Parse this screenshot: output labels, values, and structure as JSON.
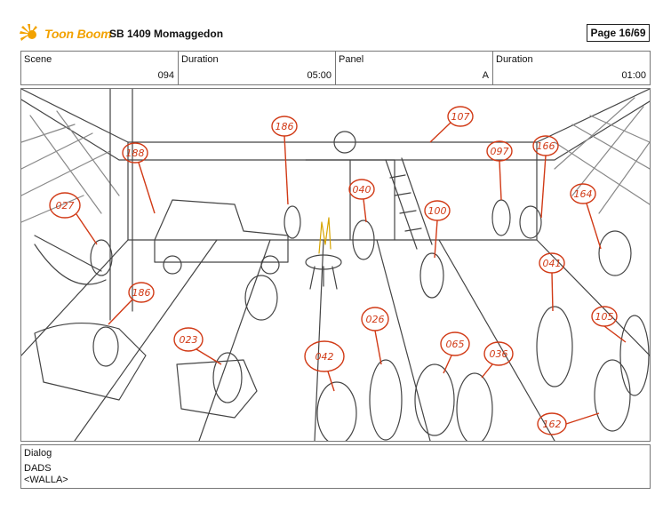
{
  "brand": {
    "name": "Toon Boom",
    "color": "#f2a200"
  },
  "project": {
    "title": "SB 1409  Momaggedon"
  },
  "page": {
    "label": "Page 16/69"
  },
  "info": {
    "scene_label": "Scene",
    "scene_value": "094",
    "duration_label": "Duration",
    "duration_value": "05:00",
    "panel_label": "Panel",
    "panel_value": "A",
    "duration2_label": "Duration",
    "duration2_value": "01:00"
  },
  "panel": {
    "annotation_color": "#d13a16",
    "labels": [
      "186",
      "107",
      "188",
      "097",
      "166",
      "040",
      "027",
      "100",
      "164",
      "186",
      "041",
      "105",
      "023",
      "026",
      "065",
      "036",
      "042",
      "162"
    ]
  },
  "dialog": {
    "label": "Dialog",
    "line1": "DADS",
    "line2": "<WALLA>"
  }
}
